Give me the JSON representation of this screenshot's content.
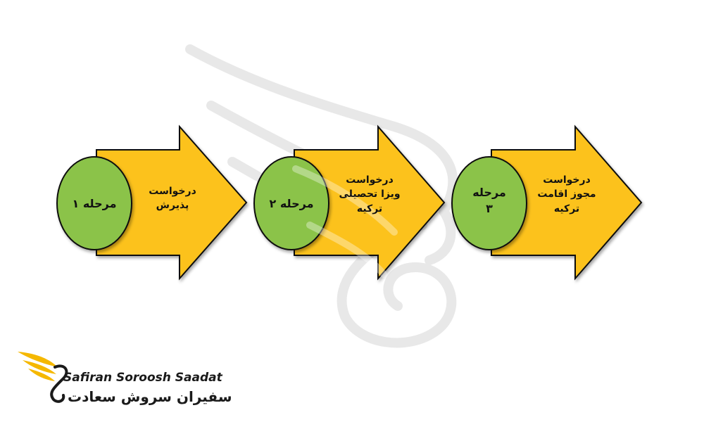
{
  "steps": [
    {
      "stage": "مرحله ۱",
      "lines": [
        "درخواست",
        "پذیرش"
      ]
    },
    {
      "stage": "مرحله ۲",
      "lines": [
        "درخواست",
        "ویزا تحصیلی",
        "ترکیه"
      ]
    },
    {
      "stage": [
        "مرحله",
        "۳"
      ],
      "lines": [
        "درخواست",
        "مجوز اقامت",
        "ترکیه"
      ]
    }
  ],
  "brand": {
    "name_en": "Safiran Soroosh Saadat",
    "name_fa": "سفیران سروش سعادت"
  },
  "colors": {
    "arrow_fill": "#fcc21b",
    "circle_fill": "#8bc34a",
    "outline": "#111111",
    "logo_wing": "#f5b800"
  }
}
